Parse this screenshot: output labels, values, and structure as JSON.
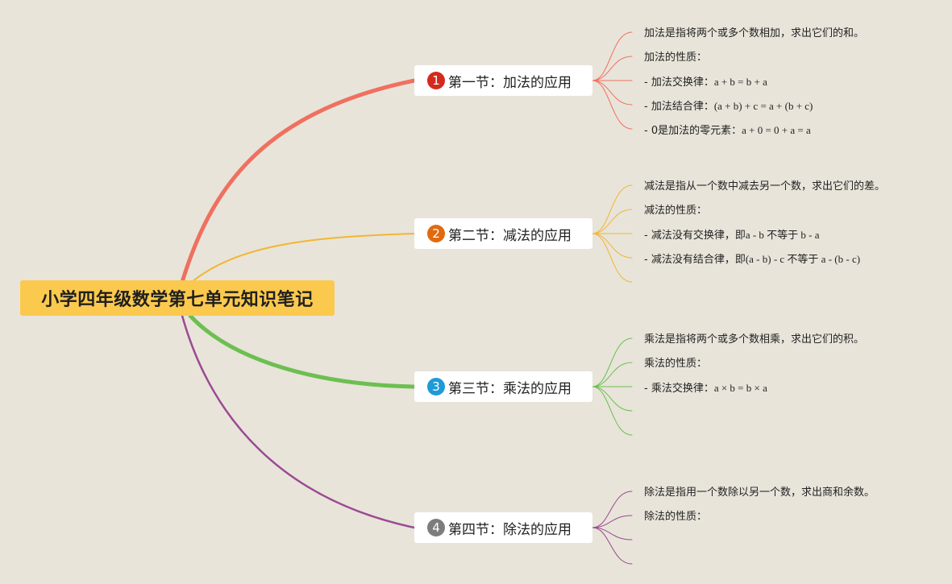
{
  "root": {
    "title": "小学四年级数学第七单元知识笔记"
  },
  "sections": [
    {
      "num": "1",
      "title": "第一节：加法的应用",
      "color": "#f07060",
      "badge_color": "#d42a1e",
      "notes": [
        {
          "text": "加法是指将两个或多个数相加，求出它们的和。",
          "formula": ""
        },
        {
          "text": "加法的性质：",
          "formula": ""
        },
        {
          "text": "- 加法交换律：",
          "formula": "a + b = b + a"
        },
        {
          "text": "- 加法结合律：",
          "formula": "(a + b) + c = a + (b + c)"
        },
        {
          "text": "- 0是加法的零元素：",
          "formula": "a + 0 = 0 + a = a"
        }
      ]
    },
    {
      "num": "2",
      "title": "第二节：减法的应用",
      "color": "#f2b630",
      "badge_color": "#e06a10",
      "notes": [
        {
          "text": "减法是指从一个数中减去另一个数，求出它们的差。",
          "formula": ""
        },
        {
          "text": "减法的性质：",
          "formula": ""
        },
        {
          "text": "- 减法没有交换律，即",
          "formula": "a - b 不等于 b - a"
        },
        {
          "text": "- 减法没有结合律，即",
          "formula": "(a - b) - c 不等于 a - (b - c)"
        }
      ]
    },
    {
      "num": "3",
      "title": "第三节：乘法的应用",
      "color": "#6cbf50",
      "badge_color": "#1e9ad6",
      "notes": [
        {
          "text": "乘法是指将两个或多个数相乘，求出它们的积。",
          "formula": ""
        },
        {
          "text": "乘法的性质：",
          "formula": ""
        },
        {
          "text": "- 乘法交换律：",
          "formula": "a × b = b × a"
        }
      ]
    },
    {
      "num": "4",
      "title": "第四节：除法的应用",
      "color": "#9b4a92",
      "badge_color": "#7d7d7d",
      "notes": [
        {
          "text": "除法是指用一个数除以另一个数，求出商和余数。",
          "formula": ""
        },
        {
          "text": "除法的性质：",
          "formula": ""
        }
      ]
    }
  ]
}
